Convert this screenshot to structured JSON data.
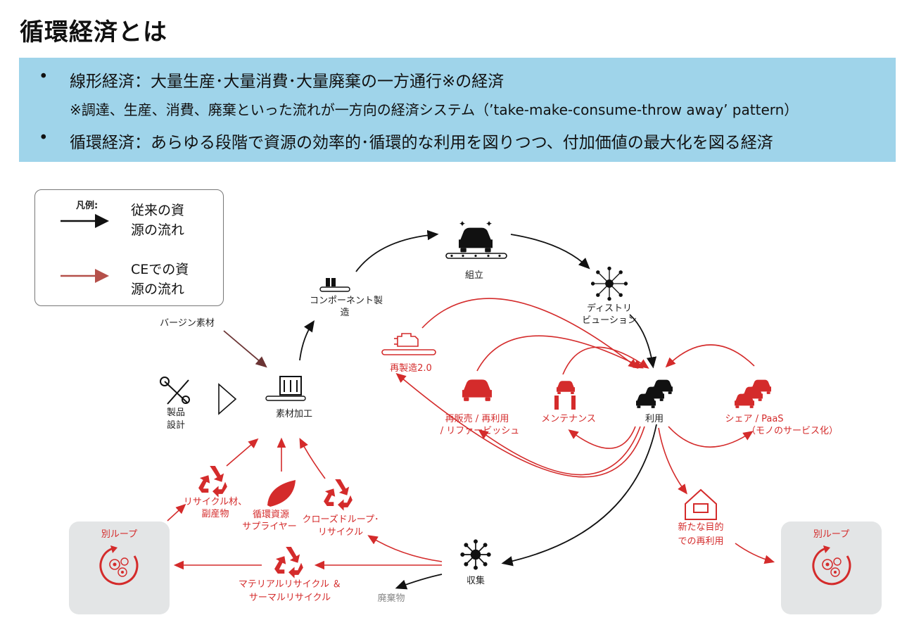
{
  "title": "循環経済とは",
  "banner": {
    "bullets": [
      {
        "dot": "•",
        "text": "線形経済：大量生産･大量消費･大量廃棄の一方通行※の経済"
      },
      {
        "dot": "•",
        "text": "循環経済：あらゆる段階で資源の効率的･循環的な利用を図りつつ、付加価値の最大化を図る経済"
      }
    ],
    "note": "※調達、生産、消費、廃棄といった流れが一方向の経済システム（’take-make-consume-throw away’ pattern）"
  },
  "legend": {
    "heading": "凡例:",
    "items": [
      {
        "line1": "従来の資",
        "line2": "源の流れ",
        "color": "#111111"
      },
      {
        "line1": "CEでの資",
        "line2": "源の流れ",
        "color": "#b5504a"
      }
    ]
  },
  "nodes": {
    "assembly": "組立",
    "component_1": "コンポーネント製",
    "component_2": "造",
    "distribution_1": "ディストリ",
    "distribution_2": "ビューション",
    "virgin": "バージン素材",
    "design_1": "製品",
    "design_2": "設計",
    "material": "素材加工",
    "remanufacture": "再製造2.0",
    "resale_1": "再販売 / 再利用",
    "resale_2": "/ リファービッシュ",
    "maintenance": "メンテナンス",
    "use": "利用",
    "share_1": "シェア / PaaS",
    "share_2": "（モノのサービス化）",
    "recycled_1": "リサイクル材、",
    "recycled_2": "副産物",
    "supplier_1": "循環資源",
    "supplier_2": "サプライヤー",
    "closed_1": "クローズドループ･",
    "closed_2": "リサイクル",
    "new_purpose_1": "新たな目的",
    "new_purpose_2": "での再利用",
    "collection": "収集",
    "material_recycle_1": "マテリアルリサイクル ＆",
    "material_recycle_2": "サーマルリサイクル",
    "waste": "廃棄物",
    "other_loop_left": "別ループ",
    "other_loop_right": "別ループ"
  },
  "colors": {
    "red": "#d42b2b",
    "dark_red": "#6b3434",
    "banner": "#9fd4ea",
    "black": "#111111"
  },
  "icons": [
    "car-icon",
    "engine-icon",
    "gear-cycle-icon",
    "recycle-icon",
    "leaf-icon",
    "hub-icon",
    "house-icon",
    "tools-icon"
  ]
}
